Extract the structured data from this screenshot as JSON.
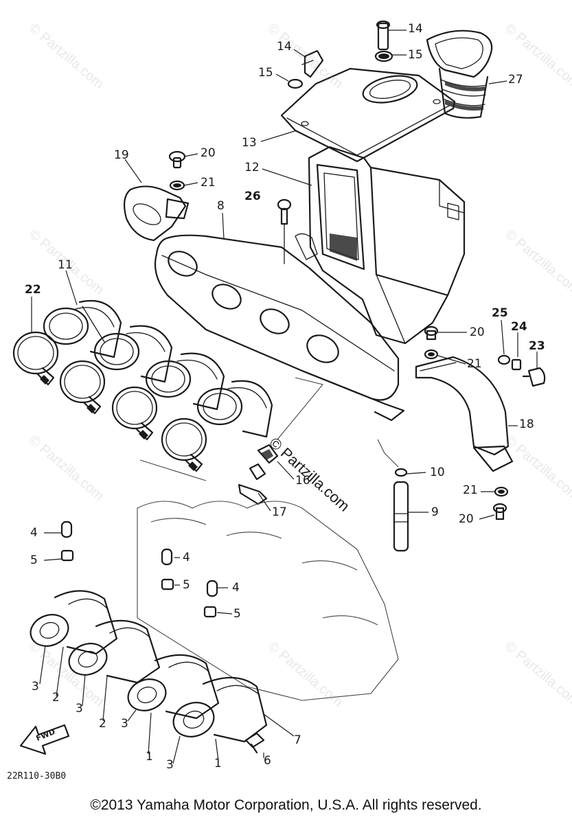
{
  "diagram": {
    "drawing_code": "22R110-30B0",
    "fwd_arrow_label": "FWD",
    "copyright": "©2013  Yamaha Motor Corporation, U.S.A. All rights reserved.",
    "watermark_text": "© Partzilla.com",
    "center_watermark_text": "© Partzilla.com",
    "callouts": [
      {
        "id": "c14a",
        "label": "14",
        "bold": false
      },
      {
        "id": "c15a",
        "label": "15",
        "bold": false
      },
      {
        "id": "c27",
        "label": "27",
        "bold": false
      },
      {
        "id": "c14b",
        "label": "14",
        "bold": false
      },
      {
        "id": "c15b",
        "label": "15",
        "bold": false
      },
      {
        "id": "c13",
        "label": "13",
        "bold": false
      },
      {
        "id": "c12",
        "label": "12",
        "bold": false
      },
      {
        "id": "c19",
        "label": "19",
        "bold": false
      },
      {
        "id": "c20a",
        "label": "20",
        "bold": false
      },
      {
        "id": "c21a",
        "label": "21",
        "bold": false
      },
      {
        "id": "c26",
        "label": "26",
        "bold": true
      },
      {
        "id": "c8",
        "label": "8",
        "bold": false
      },
      {
        "id": "c11",
        "label": "11",
        "bold": false
      },
      {
        "id": "c22",
        "label": "22",
        "bold": true
      },
      {
        "id": "c25",
        "label": "25",
        "bold": true
      },
      {
        "id": "c24",
        "label": "24",
        "bold": true
      },
      {
        "id": "c23",
        "label": "23",
        "bold": true
      },
      {
        "id": "c20b",
        "label": "20",
        "bold": false
      },
      {
        "id": "c21b",
        "label": "21",
        "bold": false
      },
      {
        "id": "c18",
        "label": "18",
        "bold": false
      },
      {
        "id": "c16",
        "label": "16",
        "bold": false
      },
      {
        "id": "c10",
        "label": "10",
        "bold": false
      },
      {
        "id": "c17",
        "label": "17",
        "bold": false
      },
      {
        "id": "c9",
        "label": "9",
        "bold": false
      },
      {
        "id": "c21c",
        "label": "21",
        "bold": false
      },
      {
        "id": "c20c",
        "label": "20",
        "bold": false
      },
      {
        "id": "c4a",
        "label": "4",
        "bold": false
      },
      {
        "id": "c5a",
        "label": "5",
        "bold": false
      },
      {
        "id": "c4b",
        "label": "4",
        "bold": false
      },
      {
        "id": "c5b",
        "label": "5",
        "bold": false
      },
      {
        "id": "c4c",
        "label": "4",
        "bold": false
      },
      {
        "id": "c5c",
        "label": "5",
        "bold": false
      },
      {
        "id": "c3a",
        "label": "3",
        "bold": false
      },
      {
        "id": "c2a",
        "label": "2",
        "bold": false
      },
      {
        "id": "c3b",
        "label": "3",
        "bold": false
      },
      {
        "id": "c2b",
        "label": "2",
        "bold": false
      },
      {
        "id": "c3c",
        "label": "3",
        "bold": false
      },
      {
        "id": "c1a",
        "label": "1",
        "bold": false
      },
      {
        "id": "c3d",
        "label": "3",
        "bold": false
      },
      {
        "id": "c1b",
        "label": "1",
        "bold": false
      },
      {
        "id": "c7",
        "label": "7",
        "bold": false
      },
      {
        "id": "c6",
        "label": "6",
        "bold": false
      }
    ]
  }
}
